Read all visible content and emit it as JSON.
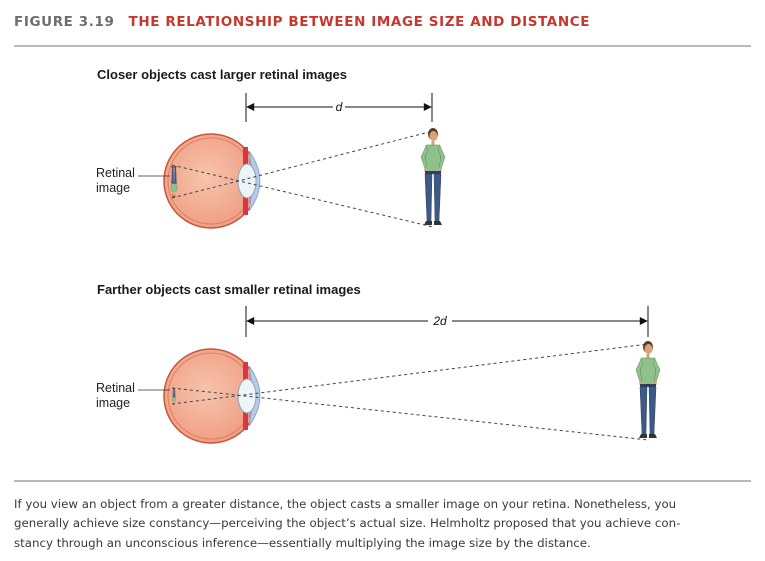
{
  "figure": {
    "number": "FIGURE 3.19",
    "title": "THE RELATIONSHIP BETWEEN IMAGE SIZE AND DISTANCE"
  },
  "panels": [
    {
      "title": "Closer objects cast larger retinal images",
      "distance_label": "d",
      "retinal_label": [
        "Retinal",
        "image"
      ]
    },
    {
      "title": "Farther objects cast smaller retinal images",
      "distance_label": "2d",
      "retinal_label": [
        "Retinal",
        "image"
      ]
    }
  ],
  "caption_lines": [
    "If you view an object from a greater distance, the object casts a smaller image on your retina. Nonetheless, you",
    "generally achieve size constancy—perceiving the object’s actual size. Helmholtz proposed that you achieve con-",
    "stancy through an unconscious inference—essentially multiplying the image size by the distance."
  ],
  "colors": {
    "title_red": "#c8372d",
    "eyeball": "#f2a98c",
    "sclera_edge": "#c8553d",
    "lens": "#e9f2f6",
    "cornea": "#b7cbe9",
    "shirt": "#8fc18a",
    "jeans": "#3d5a86"
  }
}
